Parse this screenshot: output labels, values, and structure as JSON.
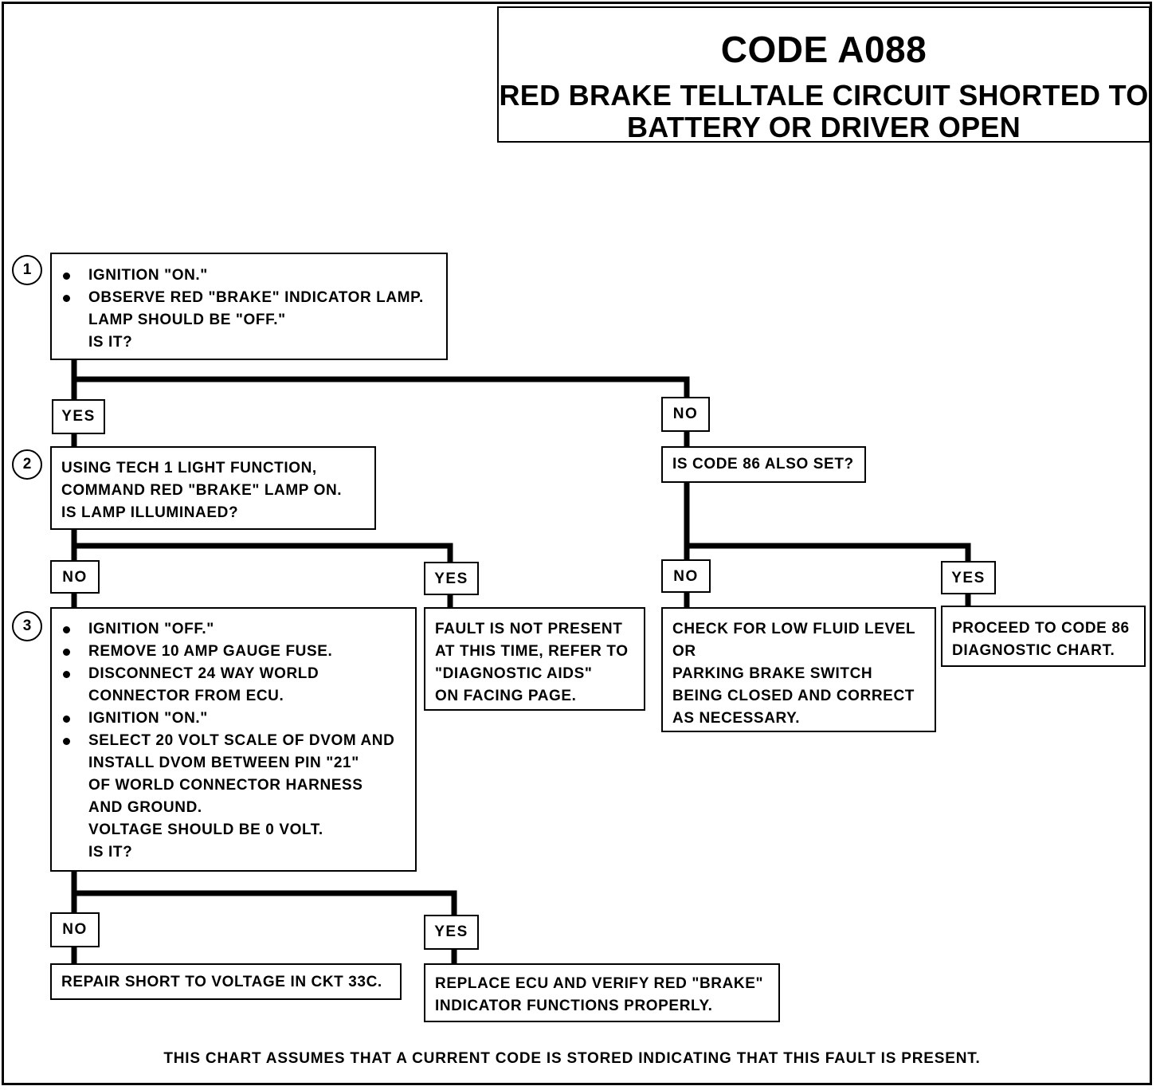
{
  "header": {
    "code": "CODE A088",
    "title_line1": "RED BRAKE TELLTALE CIRCUIT SHORTED TO",
    "title_line2": "BATTERY OR DRIVER OPEN"
  },
  "steps": {
    "step1": {
      "number": "1",
      "bullets": [
        "IGNITION \"ON.\"",
        "OBSERVE RED \"BRAKE\" INDICATOR LAMP."
      ],
      "continuation": [
        "LAMP SHOULD BE \"OFF.\"",
        "IS IT?"
      ]
    },
    "step2": {
      "number": "2",
      "lines": [
        "USING TECH 1 LIGHT FUNCTION,",
        "COMMAND RED \"BRAKE\" LAMP ON.",
        "IS LAMP ILLUMINAED?"
      ]
    },
    "step3": {
      "number": "3",
      "bullet1": "IGNITION \"OFF.\"",
      "bullet2": "REMOVE 10 AMP GAUGE FUSE.",
      "bullet3": [
        "DISCONNECT 24 WAY WORLD",
        "CONNECTOR FROM ECU."
      ],
      "bullet4": "IGNITION \"ON.\"",
      "bullet5": [
        "SELECT 20 VOLT SCALE OF DVOM AND",
        "INSTALL DVOM BETWEEN PIN \"21\"",
        "OF WORLD CONNECTOR HARNESS",
        "AND GROUND."
      ],
      "continuation": [
        "VOLTAGE SHOULD BE 0 VOLT.",
        "IS IT?"
      ]
    }
  },
  "labels": {
    "yes": "YES",
    "no": "NO"
  },
  "questions": {
    "code86": "IS CODE 86 ALSO SET?"
  },
  "results": {
    "fault_not_present": [
      "FAULT IS NOT PRESENT",
      "AT THIS TIME,  REFER TO",
      "\"DIAGNOSTIC AIDS\"",
      "ON FACING PAGE."
    ],
    "check_fluid": [
      "CHECK FOR LOW FLUID LEVEL",
      "OR",
      "PARKING BRAKE SWITCH",
      "BEING CLOSED AND CORRECT",
      "AS NECESSARY."
    ],
    "proceed_code86": [
      "PROCEED TO CODE 86",
      "DIAGNOSTIC CHART."
    ],
    "repair_short": "REPAIR SHORT TO VOLTAGE IN CKT 33C.",
    "replace_ecu": [
      "REPLACE ECU AND VERIFY RED \"BRAKE\"",
      "INDICATOR FUNCTIONS PROPERLY."
    ]
  },
  "footer": "THIS CHART ASSUMES THAT A CURRENT CODE IS STORED INDICATING THAT THIS FAULT IS PRESENT."
}
